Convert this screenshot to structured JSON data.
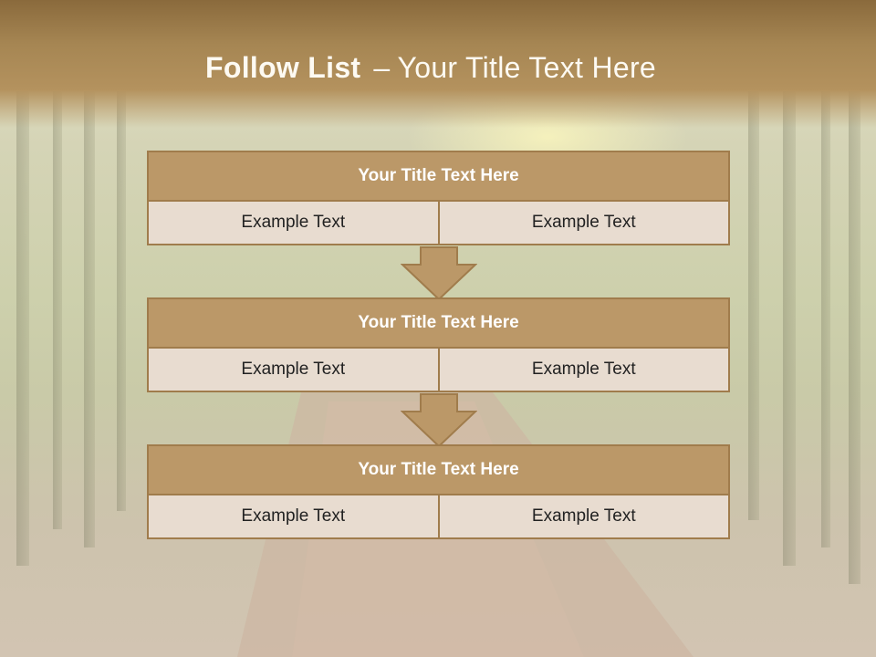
{
  "slide": {
    "title_bold": "Follow List",
    "title_dash": "–",
    "title_rest": "Your Title Text Here"
  },
  "colors": {
    "header_band": "#a68653",
    "box_header": "#bb9868",
    "box_border": "#a07c4c",
    "cell_fill": "#e8dcd0"
  },
  "blocks": [
    {
      "title": "Your Title Text Here",
      "left": "Example Text",
      "right": "Example Text"
    },
    {
      "title": "Your Title Text Here",
      "left": "Example Text",
      "right": "Example Text"
    },
    {
      "title": "Your Title Text Here",
      "left": "Example Text",
      "right": "Example Text"
    }
  ],
  "icons": [
    "down-arrow-icon",
    "down-arrow-icon"
  ]
}
